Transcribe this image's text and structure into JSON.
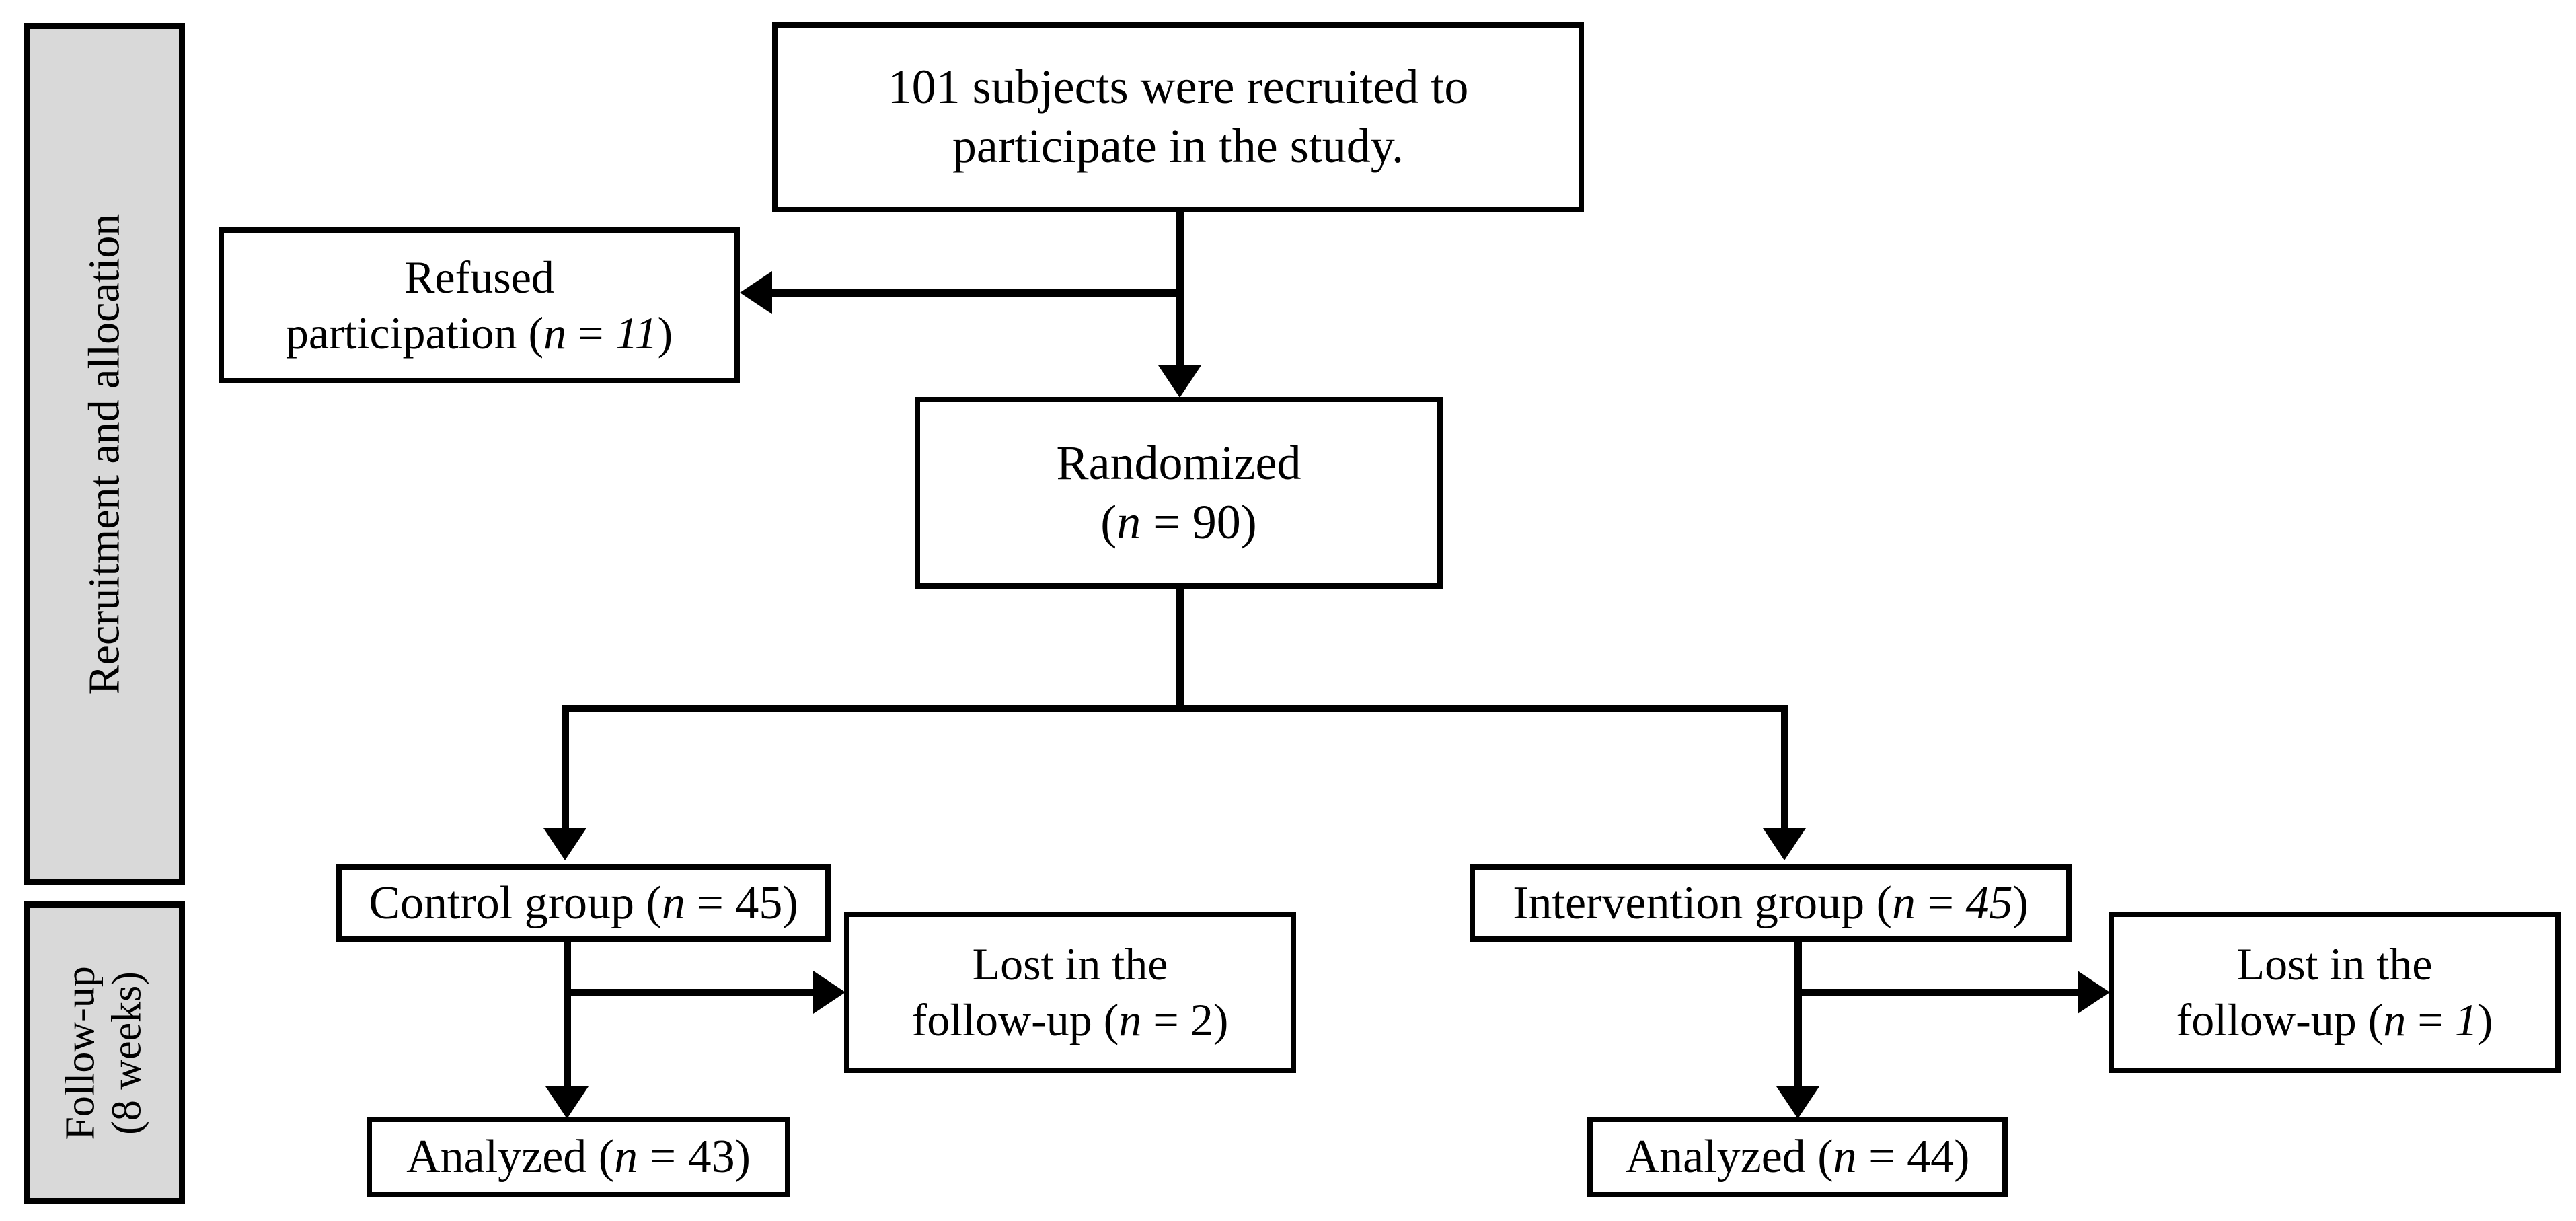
{
  "diagram": {
    "title": "CONSORT participant flow diagram",
    "colors": {
      "stage_fill": "#D9D9D9",
      "node_fill": "#FFFFFF",
      "line": "#000000",
      "text": "#000000"
    }
  },
  "stages": [
    {
      "id": "recruitment",
      "label": "Recruitment and allocation",
      "line1": "Recruitment and allocation",
      "line2": ""
    },
    {
      "id": "followup",
      "label": "Follow-up (8 weeks)",
      "line1": "Follow-up",
      "line2": "(8 weeks)"
    }
  ],
  "nodes": {
    "recruited": {
      "line1": "101 subjects were recruited to",
      "line2": "participate in the study.",
      "count": 101
    },
    "refused": {
      "line1": "Refused",
      "line2_text": "participation (",
      "n_symbol": "n",
      "eq": " = ",
      "value": "11",
      "close": ")",
      "count": 11
    },
    "randomized": {
      "line1": "Randomized",
      "open": "(",
      "n_symbol": "n",
      "eq": " = ",
      "value": "90",
      "close": ")",
      "count": 90
    },
    "control_group": {
      "text": "Control group (",
      "n_symbol": "n",
      "eq": " = ",
      "value": "45",
      "close": ")",
      "count": 45
    },
    "intervention_group": {
      "text": "Intervention group (",
      "n_symbol": "n",
      "eq": " = ",
      "value": "45",
      "close": ")",
      "count": 45
    },
    "lost_control": {
      "line1": "Lost in the",
      "line2_text": "follow-up (",
      "n_symbol": "n",
      "eq": " = ",
      "value": "2",
      "close": ")",
      "count": 2
    },
    "lost_intervention": {
      "line1": "Lost in the",
      "line2_text": "follow-up (",
      "n_symbol": "n",
      "eq": " = ",
      "value": "1",
      "close": ")",
      "count": 1
    },
    "analyzed_control": {
      "text": "Analyzed (",
      "n_symbol": "n",
      "eq": " = ",
      "value": "43",
      "close": ")",
      "count": 43
    },
    "analyzed_intervention": {
      "text": "Analyzed (",
      "n_symbol": "n",
      "eq": " = ",
      "value": "44",
      "close": ")",
      "count": 44
    }
  }
}
